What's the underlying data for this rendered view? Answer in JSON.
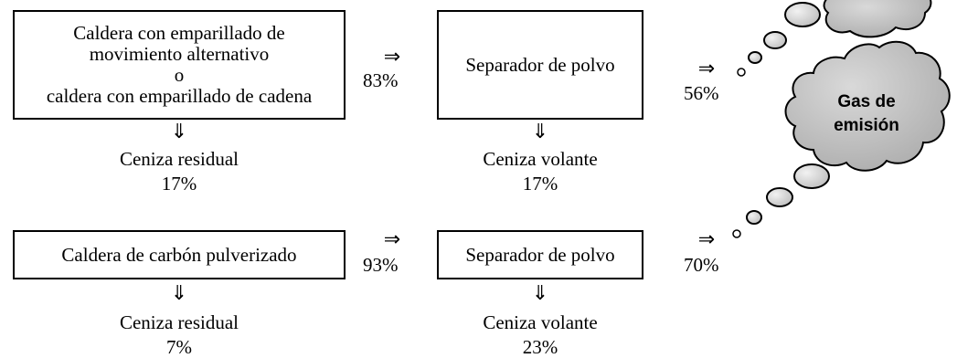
{
  "row1": {
    "boiler_lines": [
      "Caldera con emparillado de",
      "movimiento alternativo",
      "o",
      "caldera con emparillado de cadena"
    ],
    "arrow_right": "⇒",
    "arrow_down": "⇓",
    "boiler_to_separator_pct": "83%",
    "separator_label": "Separador de polvo",
    "separator_to_gas_pct": "56%",
    "residual_ash_label": "Ceniza residual",
    "residual_ash_pct": "17%",
    "fly_ash_label": "Ceniza volante",
    "fly_ash_pct": "17%"
  },
  "row2": {
    "boiler_label": "Caldera de carbón pulverizado",
    "arrow_right": "⇒",
    "arrow_down": "⇓",
    "boiler_to_separator_pct": "93%",
    "separator_label": "Separador de polvo",
    "separator_to_gas_pct": "70%",
    "residual_ash_label": "Ceniza residual",
    "residual_ash_pct": "7%",
    "fly_ash_label": "Ceniza volante",
    "fly_ash_pct": "23%"
  },
  "cloud": {
    "label_line1": "Gas de",
    "label_line2": "emisión",
    "fill_color": "#bdbdbd"
  }
}
